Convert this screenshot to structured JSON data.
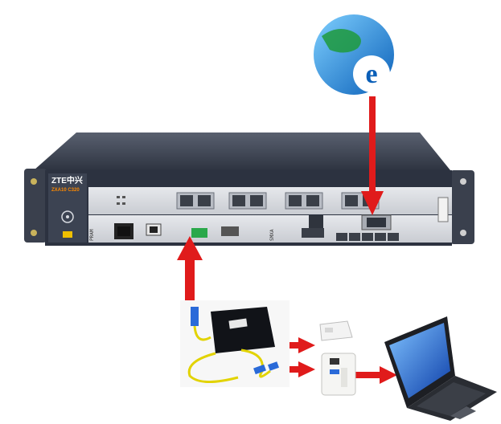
{
  "diagram": {
    "olt": {
      "brand": "ZTE中兴",
      "model": "ZXA10 C320",
      "slot_labels": [
        "PRAM",
        "SMXA"
      ]
    },
    "internet_icon": {
      "letter": "e",
      "icon": "internet-explorer-globe-icon"
    },
    "arrow_color": "#e01b1b",
    "chassis_color": "#3f4656"
  }
}
